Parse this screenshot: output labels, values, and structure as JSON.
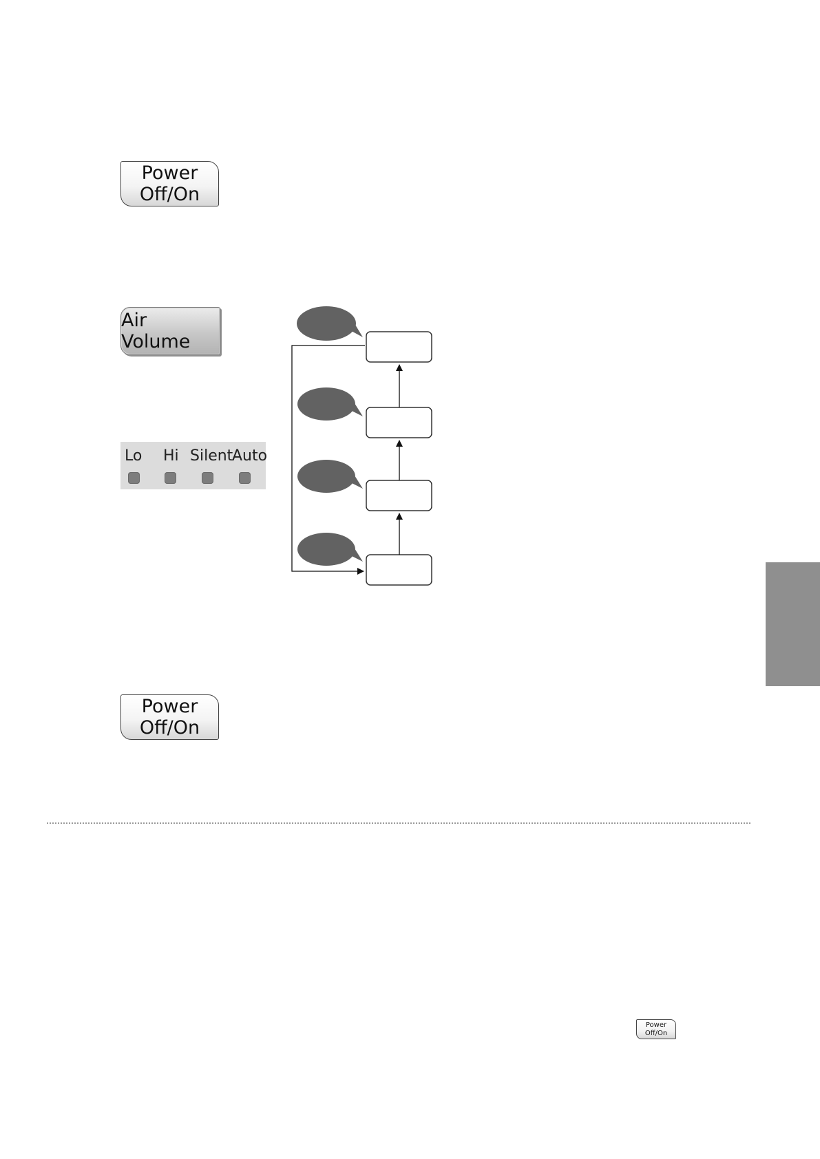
{
  "power_button_top": {
    "line1": "Power",
    "line2": "Off/On"
  },
  "air_volume_button": {
    "label": "Air Volume"
  },
  "led_panel": {
    "labels": [
      "Lo",
      "Hi",
      "Silent",
      "Auto"
    ]
  },
  "power_button_bottom": {
    "line1": "Power",
    "line2": "Off/On"
  },
  "small_power_icon": {
    "line1": "Power",
    "line2": "Off/On"
  },
  "colors": {
    "bubble": "#626262",
    "side_tab": "#8f8f8f",
    "led": "#7d7d7d",
    "led_panel_bg": "#dcdcdc"
  }
}
